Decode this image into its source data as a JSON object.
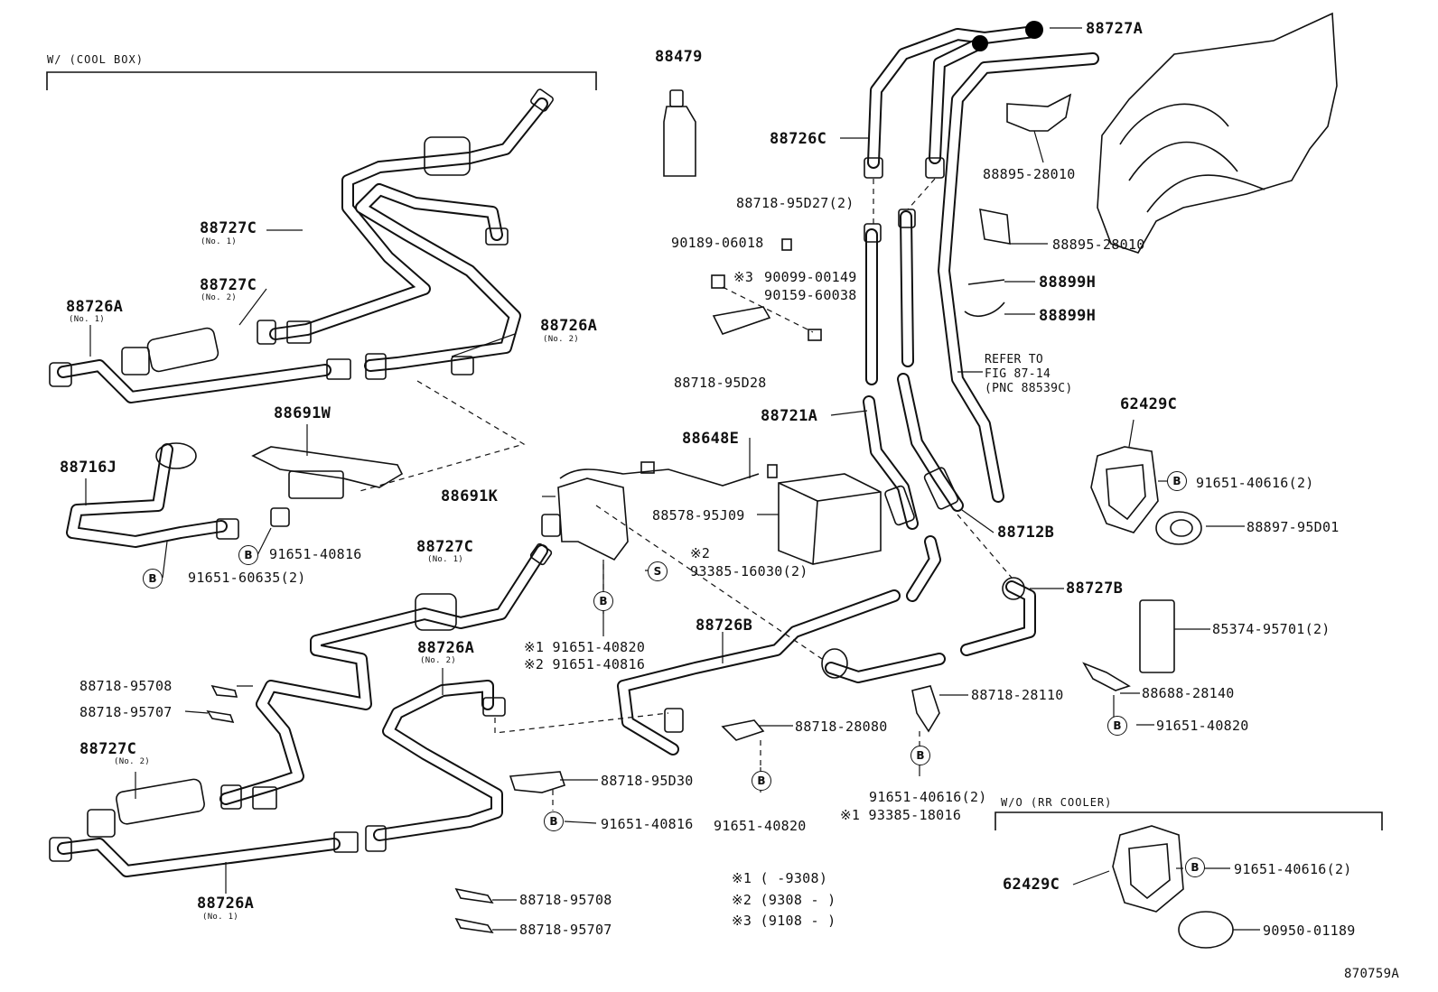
{
  "diagram_id": "870759A",
  "sections": {
    "cool_box": "W/ (COOL BOX)",
    "wo_rr_cooler": "W/O  (RR COOLER)"
  },
  "parts": {
    "p88727C_1": "88727C",
    "p88727C_1_sub": "(No. 1)",
    "p88727C_2": "88727C",
    "p88727C_2_sub": "(No. 2)",
    "p88726A_1": "88726A",
    "p88726A_1_sub": "(No. 1)",
    "p88726A_2": "88726A",
    "p88726A_2_sub": "(No. 2)",
    "p88691W": "88691W",
    "p88716J": "88716J",
    "p91651_40816_a": "91651-40816",
    "p91651_60635": "91651-60635(2)",
    "p88479": "88479",
    "p88718_95D27": "88718-95D27(2)",
    "p90189_06018": "90189-06018",
    "p90099_00149": "90099-00149",
    "p90159_60038": "90159-60038",
    "p88718_95D28": "88718-95D28",
    "p88726C": "88726C",
    "p88727A": "88727A",
    "p88895_28010_a": "88895-28010",
    "p88895_28010_b": "88895-28010",
    "p88899H_a": "88899H",
    "p88899H_b": "88899H",
    "refer_line1": "REFER TO",
    "refer_line2": "FIG 87-14",
    "refer_line3": "(PNC 88539C)",
    "p88721A": "88721A",
    "p88648E": "88648E",
    "p88691K": "88691K",
    "p88578_95J09": "88578-95J09",
    "p93385_16030_mark": "※2",
    "p93385_16030": "93385-16030(2)",
    "p88712B": "88712B",
    "p62429C_a": "62429C",
    "p91651_40616_a": "91651-40616(2)",
    "p88897_95D01": "88897-95D01",
    "p88727C_3": "88727C",
    "p88727C_3_sub": "(No. 1)",
    "p91651_40820_a": "※1 91651-40820",
    "p91651_40816_b": "※2 91651-40816",
    "p88726B": "88726B",
    "p88727B": "88727B",
    "p85374_95701": "85374-95701(2)",
    "p88726A_3": "88726A",
    "p88726A_3_sub": "(No. 2)",
    "p88718_95708_a": "88718-95708",
    "p88718_95707_a": "88718-95707",
    "p88718_28110": "88718-28110",
    "p88688_28140": "88688-28140",
    "p91651_40820_b": "91651-40820",
    "p88718_28080": "88718-28080",
    "p88727C_4": "88727C",
    "p88727C_4_sub": "(No. 2)",
    "p88718_95D30": "88718-95D30",
    "p91651_40816_c": "91651-40816",
    "p91651_40820_c": "91651-40820",
    "p91651_40616_b": "91651-40616(2)",
    "p93385_18016": "※1 93385-18016",
    "p62429C_b": "62429C",
    "p91651_40616_c": "91651-40616(2)",
    "p90950_01189": "90950-01189",
    "p88726A_4": "88726A",
    "p88726A_4_sub": "(No. 1)",
    "p88718_95708_b": "88718-95708",
    "p88718_95707_b": "88718-95707",
    "mark_s": "S",
    "mark_b": "B",
    "mark_3": "※3"
  },
  "footnotes": {
    "n1": "※1 (      -9308)",
    "n2": "※2 (9308 -      )",
    "n3": "※3 (9108 -      )"
  }
}
